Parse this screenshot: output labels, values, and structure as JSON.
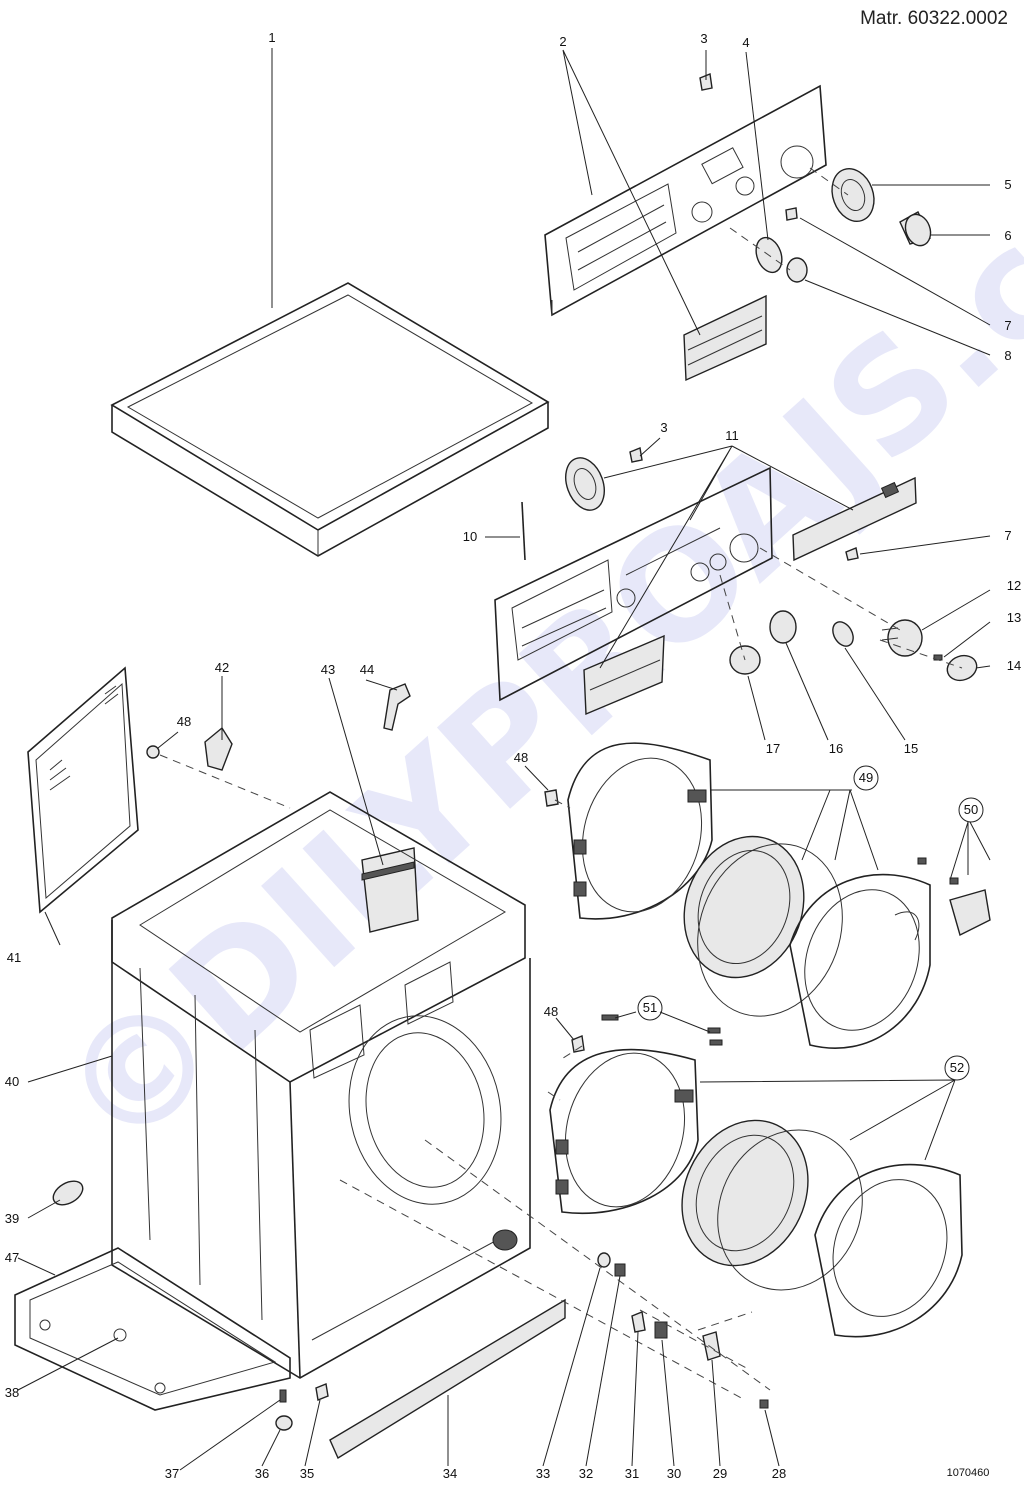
{
  "header": {
    "material_code": "Matr. 60322.0002"
  },
  "footer": {
    "drawing_code": "1070460"
  },
  "watermark": {
    "text": "©DILYPROAJS.cz"
  },
  "labels": [
    "1",
    "2",
    "3",
    "4",
    "5",
    "6",
    "7",
    "8",
    "3",
    "11",
    "10",
    "7",
    "12",
    "13",
    "14",
    "17",
    "16",
    "15",
    "42",
    "48",
    "44",
    "43",
    "48",
    "49",
    "50",
    "41",
    "51",
    "48",
    "52",
    "40",
    "39",
    "47",
    "38",
    "37",
    "36",
    "35",
    "34",
    "33",
    "32",
    "31",
    "30",
    "29",
    "28"
  ]
}
